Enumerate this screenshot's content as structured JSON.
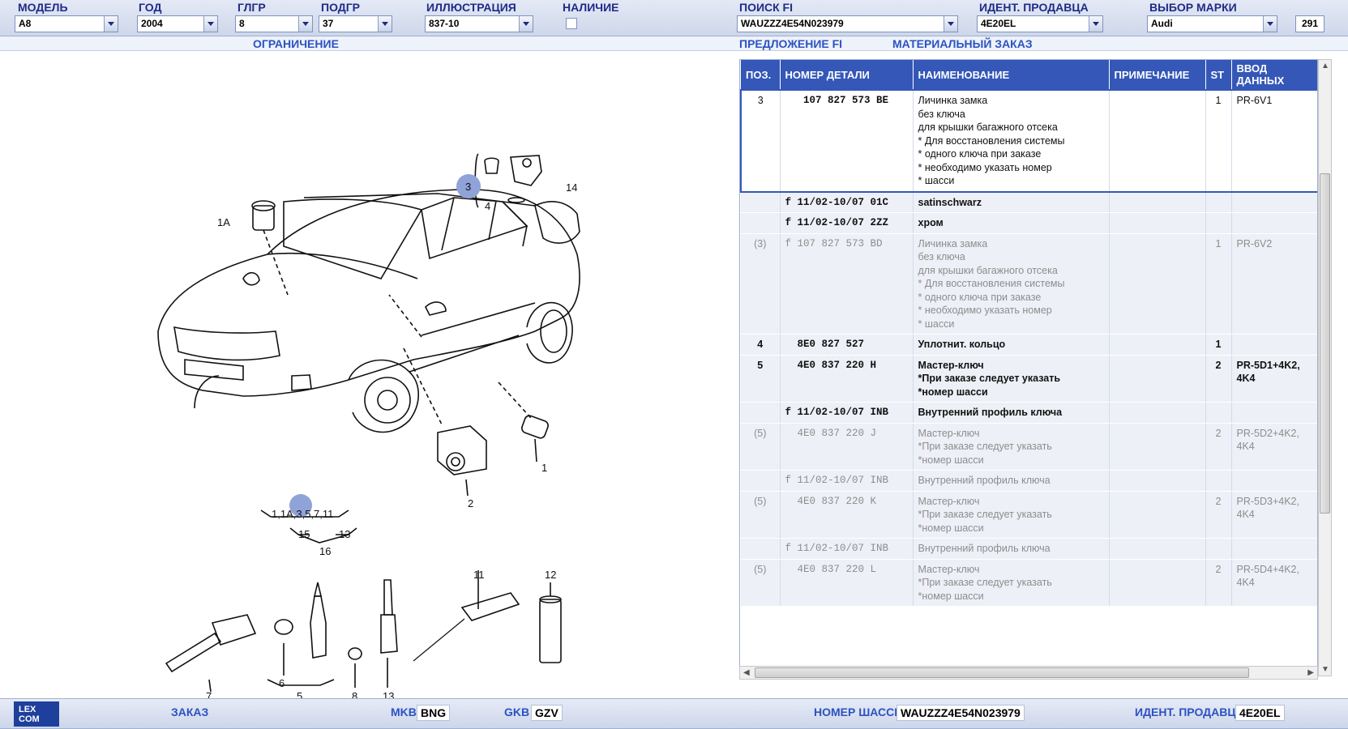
{
  "header": {
    "fields": [
      {
        "label": "МОДЕЛЬ",
        "value": "A8"
      },
      {
        "label": "ГОД",
        "value": "2004"
      },
      {
        "label": "ГЛГР",
        "value": "8"
      },
      {
        "label": "ПОДГР",
        "value": "37"
      },
      {
        "label": "ИЛЛЮСТРАЦИЯ",
        "value": "837-10"
      },
      {
        "label": "НАЛИЧИЕ"
      },
      {
        "label": "ПОИСК FI",
        "value": "WAUZZZ4E54N023979"
      },
      {
        "label": "ИДЕНТ. ПРОДАВЦА",
        "value": "4E20EL"
      },
      {
        "label": "ВЫБОР МАРКИ",
        "value": "Audi"
      }
    ],
    "page_number": "291"
  },
  "subbar": {
    "restriction": "ОГРАНИЧЕНИЕ",
    "offer": "ПРЕДЛОЖЕНИЕ FI",
    "material_order": "МАТЕРИАЛЬНЫЙ ЗАКАЗ"
  },
  "diagram": {
    "labels": [
      "1A",
      "3",
      "4",
      "14",
      "1",
      "2",
      "1,1A,3,5,7,11",
      "15",
      "13",
      "16",
      "11",
      "12",
      "7",
      "6",
      "5",
      "8",
      "13"
    ]
  },
  "table": {
    "columns": [
      "ПОЗ.",
      "НОМЕР ДЕТАЛИ",
      "НАИМЕНОВАНИЕ",
      "ПРИМЕЧАНИЕ",
      "ST",
      "ВВОД ДАННЫХ"
    ],
    "rows": [
      {
        "style": "sel",
        "pos": "3",
        "part": "   107 827 573 BE",
        "name": [
          "Личинка замка",
          "без ключа",
          "для крышки багажного отсека",
          "* Для восстановления системы",
          "* одного ключа при заказе",
          "* необходимо указать номер",
          "* шасси"
        ],
        "note": "",
        "st": "1",
        "data": "PR-6V1"
      },
      {
        "style": "bold",
        "pos": "",
        "part": "f 11/02-10/07 01C",
        "name": [
          "satinschwarz"
        ],
        "note": "",
        "st": "",
        "data": ""
      },
      {
        "style": "bold",
        "pos": "",
        "part": "f 11/02-10/07 2ZZ",
        "name": [
          "хром"
        ],
        "note": "",
        "st": "",
        "data": ""
      },
      {
        "style": "grey",
        "pos": "(3)",
        "part": "f 107 827 573 BD",
        "name": [
          "Личинка замка",
          "без ключа",
          "для крышки багажного отсека",
          "* Для восстановления системы",
          "* одного ключа при заказе",
          "* необходимо указать номер",
          "* шасси"
        ],
        "note": "",
        "st": "1",
        "data": "PR-6V2"
      },
      {
        "style": "bold",
        "pos": "4",
        "part": "  8E0 827 527",
        "name": [
          "Уплотнит. кольцо"
        ],
        "note": "",
        "st": "1",
        "data": ""
      },
      {
        "style": "bold",
        "pos": "5",
        "part": "  4E0 837 220 H",
        "name": [
          "Мастер-ключ",
          "*При заказе следует указать",
          "*номер шасси"
        ],
        "note": "",
        "st": "2",
        "data": "PR-5D1+4K2, 4K4"
      },
      {
        "style": "bold",
        "pos": "",
        "part": "f 11/02-10/07 INB",
        "name": [
          "Внутренний профиль ключа"
        ],
        "note": "",
        "st": "",
        "data": ""
      },
      {
        "style": "grey",
        "pos": "(5)",
        "part": "  4E0 837 220 J",
        "name": [
          "Мастер-ключ",
          "*При заказе следует указать",
          "*номер шасси"
        ],
        "note": "",
        "st": "2",
        "data": "PR-5D2+4K2, 4K4"
      },
      {
        "style": "grey",
        "pos": "",
        "part": "f 11/02-10/07 INB",
        "name": [
          "Внутренний профиль ключа"
        ],
        "note": "",
        "st": "",
        "data": ""
      },
      {
        "style": "grey",
        "pos": "(5)",
        "part": "  4E0 837 220 K",
        "name": [
          "Мастер-ключ",
          "*При заказе следует указать",
          "*номер шасси"
        ],
        "note": "",
        "st": "2",
        "data": "PR-5D3+4K2, 4K4"
      },
      {
        "style": "grey",
        "pos": "",
        "part": "f 11/02-10/07 INB",
        "name": [
          "Внутренний профиль ключа"
        ],
        "note": "",
        "st": "",
        "data": ""
      },
      {
        "style": "grey",
        "pos": "(5)",
        "part": "  4E0 837 220 L",
        "name": [
          "Мастер-ключ",
          "*При заказе следует указать",
          "*номер шасси"
        ],
        "note": "",
        "st": "2",
        "data": "PR-5D4+4K2, 4K4"
      }
    ]
  },
  "footer": {
    "logo": "LEX COM",
    "order": "ЗАКАЗ",
    "mkb_label": "MKB",
    "mkb_value": "BNG",
    "gkb_label": "GKB",
    "gkb_value": "GZV",
    "chassis_label": "НОМЕР ШАССИ",
    "chassis_value": "WAUZZZ4E54N023979",
    "dealer_label": "ИДЕНТ. ПРОДАВЦА",
    "dealer_value": "4E20EL"
  },
  "colors": {
    "header_bg": "#d5ddef",
    "table_header": "#3457b8",
    "label": "#1f2c86",
    "link": "#2c52c2",
    "highlight_marker": "#8fa3d9"
  }
}
